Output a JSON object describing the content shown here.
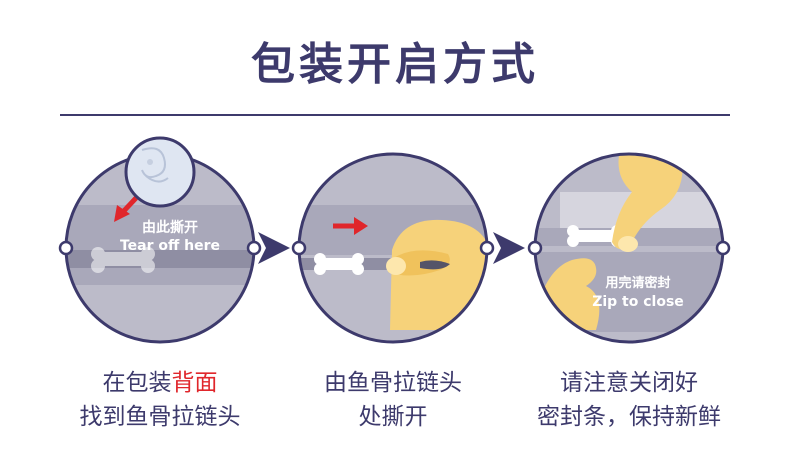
{
  "title": "包装开启方式",
  "steps": [
    {
      "overlay_cn": "由此撕开",
      "overlay_en": "Tear off here",
      "caption_line1_a": "在包装",
      "caption_line1_b": "背面",
      "caption_line2": "找到鱼骨拉链头"
    },
    {
      "caption_line1": "由鱼骨拉链头",
      "caption_line2": "处撕开"
    },
    {
      "overlay_cn": "用完请密封",
      "overlay_en": "Zip to close",
      "caption_line1": "请注意关闭好",
      "caption_line2": "密封条，保持新鲜"
    }
  ],
  "colors": {
    "navy": "#3d3a6c",
    "red": "#e0262b",
    "circle_bg": "#bcbbc9",
    "hand": "#f6d27a",
    "bone": "#ffffff"
  },
  "icons": [
    "arrow-right-icon",
    "red-arrow-icon",
    "bone-icon",
    "hand-icon",
    "zoom-circle-icon"
  ]
}
